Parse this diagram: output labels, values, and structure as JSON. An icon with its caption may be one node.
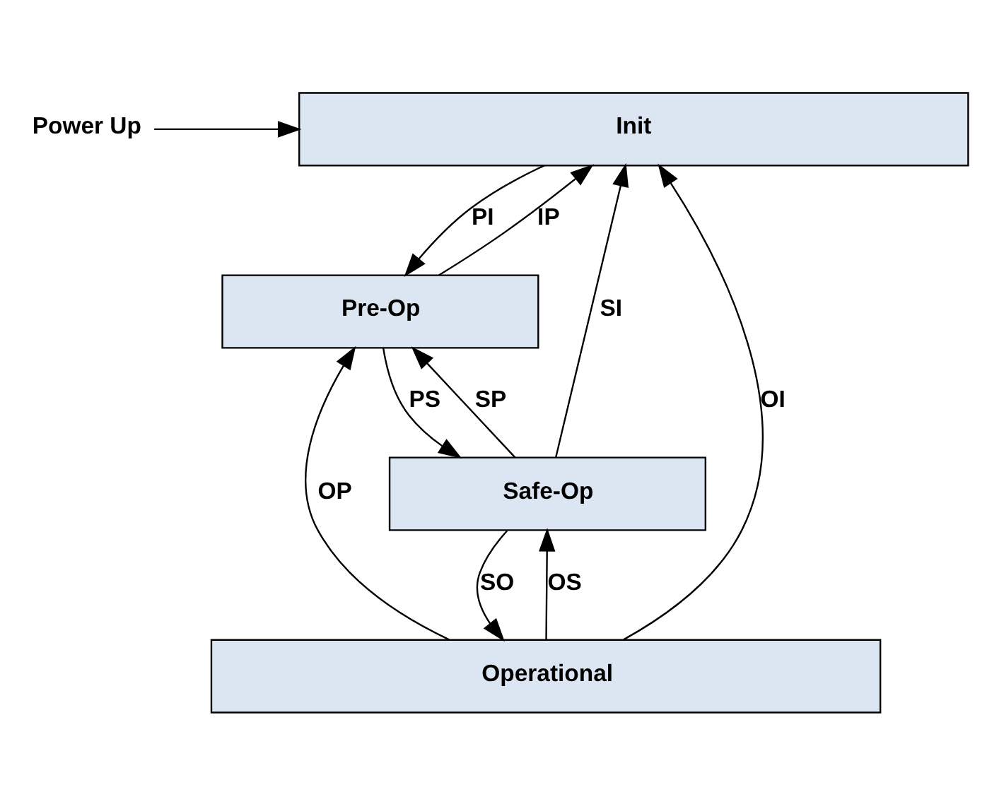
{
  "diagram": {
    "nodes": [
      {
        "text": [
          "Power Up"
        ]
      },
      {
        "text": [
          "Init"
        ]
      },
      {
        "text": [
          "Pre-Op"
        ]
      },
      {
        "text": [
          "Safe-Op"
        ]
      },
      {
        "text": [
          "Operational"
        ]
      }
    ],
    "edges": [
      {
        "from": 0,
        "to": 1,
        "arrow": "to"
      },
      {
        "from": 1,
        "to": 2,
        "label": "PI",
        "arrow": "to"
      },
      {
        "from": 2,
        "to": 1,
        "label": "IP",
        "arrow": "to"
      },
      {
        "from": 2,
        "to": 3,
        "label": "PS",
        "arrow": "to"
      },
      {
        "from": 3,
        "to": 2,
        "label": "SP",
        "arrow": "to"
      },
      {
        "from": 3,
        "to": 1,
        "label": "SI",
        "arrow": "to"
      },
      {
        "from": 3,
        "to": 4,
        "label": "SO",
        "arrow": "to"
      },
      {
        "from": 4,
        "to": 3,
        "label": "OS",
        "arrow": "to"
      },
      {
        "from": 4,
        "to": 2,
        "label": "OP",
        "arrow": "to"
      },
      {
        "from": 4,
        "to": 1,
        "label": "OI",
        "arrow": "to"
      }
    ]
  }
}
